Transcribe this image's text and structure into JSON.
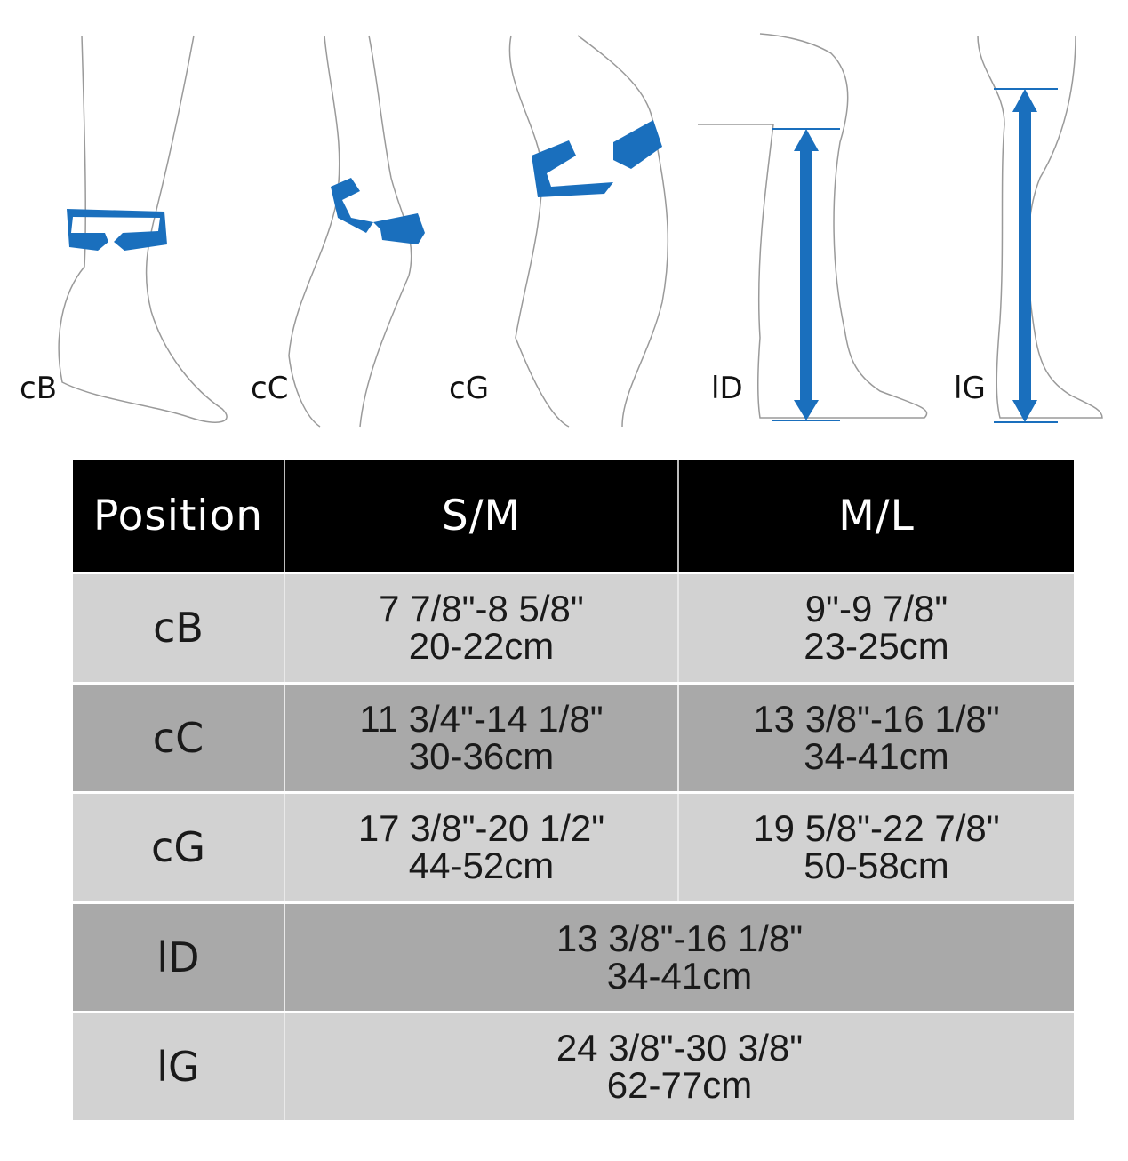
{
  "figures": [
    {
      "label": "cB"
    },
    {
      "label": "cC"
    },
    {
      "label": "cG"
    },
    {
      "label": "lD"
    },
    {
      "label": "lG"
    }
  ],
  "colors": {
    "accent": "#1a6fbd",
    "header_bg": "#000000",
    "row_light": "#d2d2d2",
    "row_dark": "#a9a9a9"
  },
  "table": {
    "headers": [
      "Position",
      "S/M",
      "M/L"
    ],
    "rows": [
      {
        "position": "cB",
        "sm": [
          "7 7/8\"-8 5/8\"",
          "20-22cm"
        ],
        "ml": [
          "9\"-9 7/8\"",
          "23-25cm"
        ]
      },
      {
        "position": "cC",
        "sm": [
          "11 3/4\"-14 1/8\"",
          "30-36cm"
        ],
        "ml": [
          "13 3/8\"-16 1/8\"",
          "34-41cm"
        ]
      },
      {
        "position": "cG",
        "sm": [
          "17 3/8\"-20 1/2\"",
          "44-52cm"
        ],
        "ml": [
          "19 5/8\"-22 7/8\"",
          "50-58cm"
        ]
      },
      {
        "position": "lD",
        "all": [
          "13 3/8\"-16 1/8\"",
          "34-41cm"
        ]
      },
      {
        "position": "lG",
        "all": [
          "24 3/8\"-30 3/8\"",
          "62-77cm"
        ]
      }
    ]
  }
}
